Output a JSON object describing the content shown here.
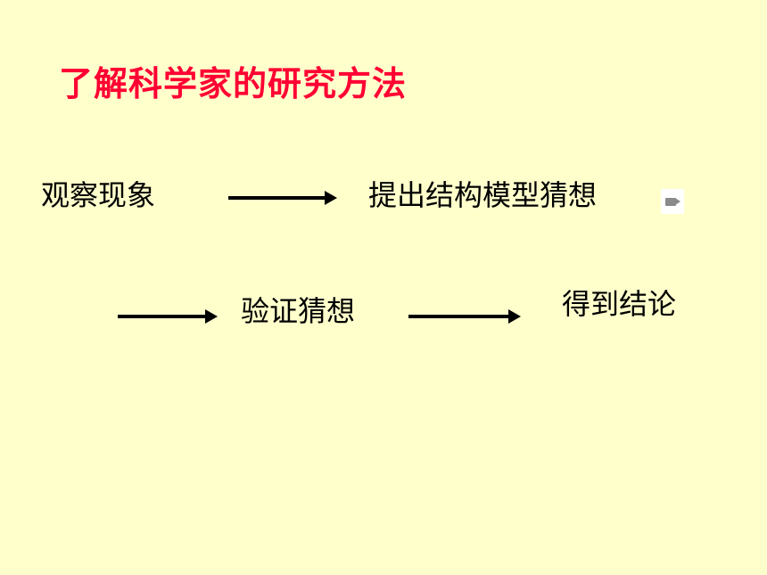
{
  "slide": {
    "title": "了解科学家的研究方法",
    "steps": {
      "observe": "观察现象",
      "hypothesis": "提出结构模型猜想",
      "verify": "验证猜想",
      "conclusion": "得到结论"
    },
    "media_icon": "video-camera-icon"
  },
  "colors": {
    "background": "#FFFFCC",
    "title": "#FF0033",
    "text": "#000000"
  }
}
